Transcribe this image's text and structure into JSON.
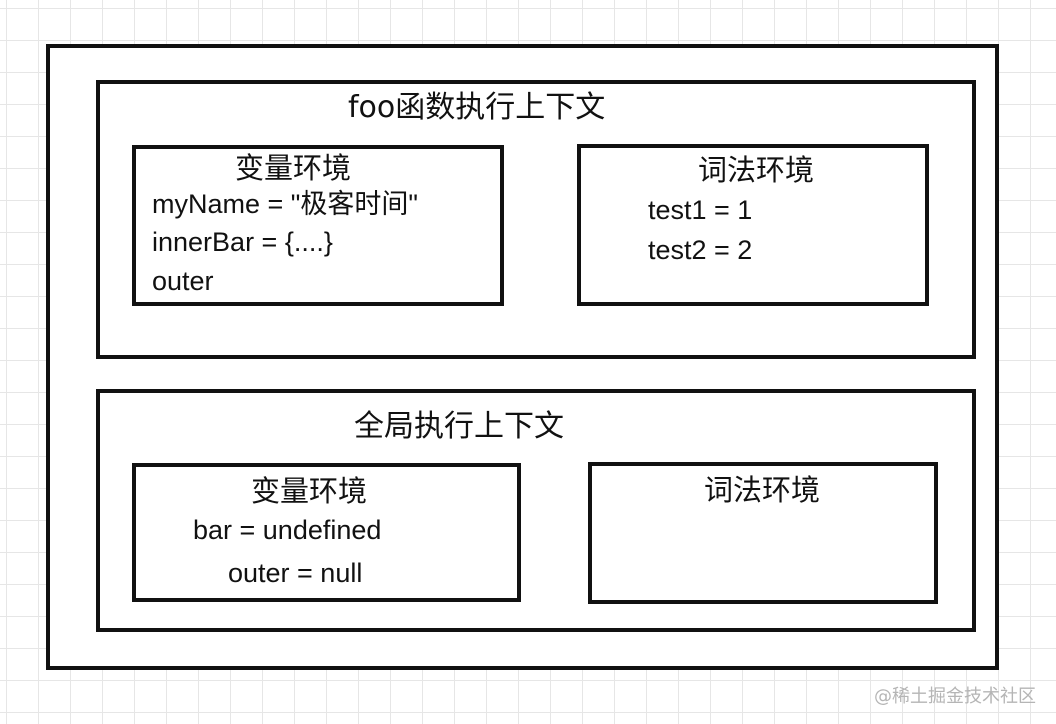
{
  "foo_context": {
    "title": "foo函数执行上下文",
    "variable_env": {
      "heading": "变量环境",
      "lines": [
        "myName = \"极客时间\"",
        "innerBar = {....}",
        "outer"
      ]
    },
    "lexical_env": {
      "heading": "词法环境",
      "lines": [
        "test1 = 1",
        "test2 = 2"
      ]
    }
  },
  "global_context": {
    "title": "全局执行上下文",
    "variable_env": {
      "heading": "变量环境",
      "lines": [
        "bar = undefined",
        "outer = null"
      ]
    },
    "lexical_env": {
      "heading": "词法环境"
    }
  },
  "watermark": "@稀土掘金技术社区"
}
